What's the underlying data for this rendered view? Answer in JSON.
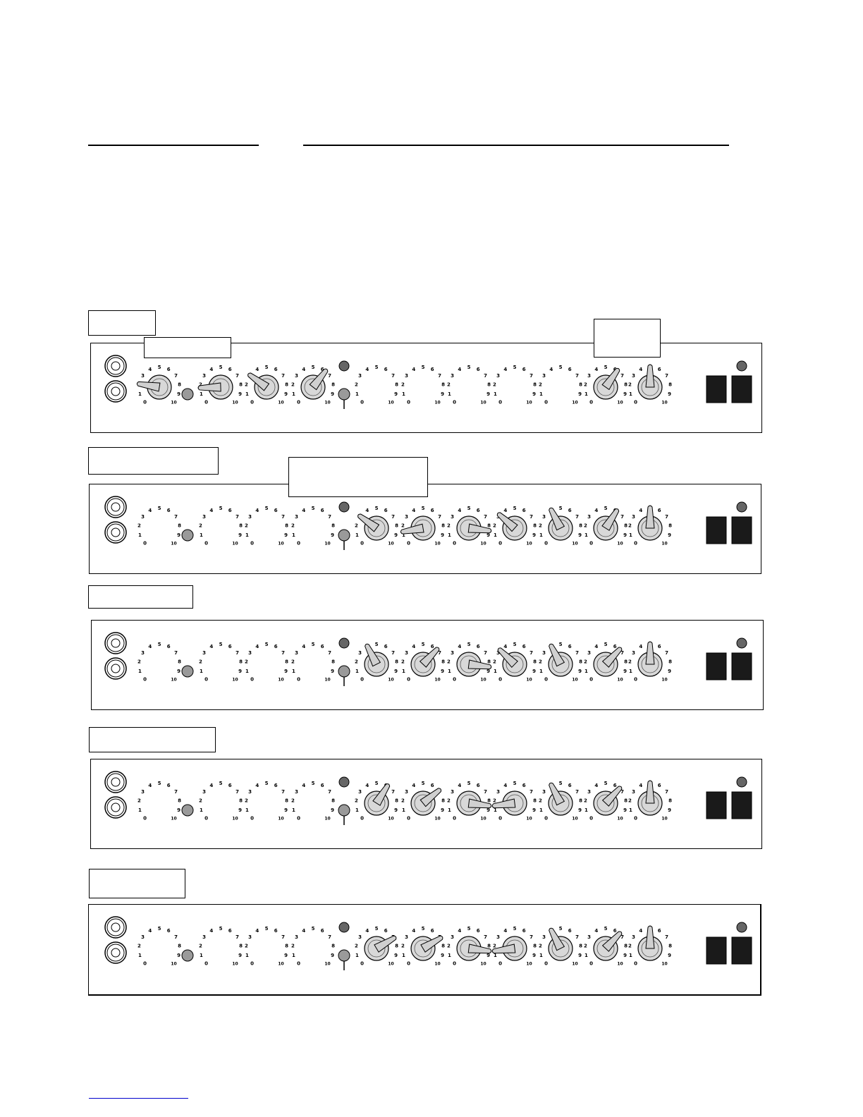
{
  "header": {
    "rules": 2
  },
  "panels": [
    {
      "name": "panel-1",
      "tag_label": "",
      "callouts": [
        "",
        ""
      ],
      "knobs": [
        {
          "shown": true,
          "value": 2.0
        },
        {
          "shown": true,
          "value": 1.6
        },
        {
          "shown": true,
          "value": 3.0
        },
        {
          "shown": true,
          "value": 6.4
        },
        {
          "shown": false,
          "value": null
        },
        {
          "shown": false,
          "value": null
        },
        {
          "shown": false,
          "value": null
        },
        {
          "shown": false,
          "value": null
        },
        {
          "shown": false,
          "value": null
        },
        {
          "shown": true,
          "value": 6.3
        },
        {
          "shown": true,
          "value": 5.0
        }
      ]
    },
    {
      "name": "panel-2",
      "tag_label": "",
      "callouts": [
        ""
      ],
      "knobs": [
        {
          "shown": false,
          "value": null
        },
        {
          "shown": false,
          "value": null
        },
        {
          "shown": false,
          "value": null
        },
        {
          "shown": false,
          "value": null
        },
        {
          "shown": true,
          "value": 3.0
        },
        {
          "shown": true,
          "value": 1.3
        },
        {
          "shown": true,
          "value": 8.6
        },
        {
          "shown": true,
          "value": 3.2
        },
        {
          "shown": true,
          "value": 4.0
        },
        {
          "shown": true,
          "value": 6.2
        },
        {
          "shown": true,
          "value": 5.0
        }
      ]
    },
    {
      "name": "panel-3",
      "tag_label": "",
      "callouts": [],
      "knobs": [
        {
          "shown": false,
          "value": null
        },
        {
          "shown": false,
          "value": null
        },
        {
          "shown": false,
          "value": null
        },
        {
          "shown": false,
          "value": null
        },
        {
          "shown": true,
          "value": 4.0
        },
        {
          "shown": true,
          "value": 6.6
        },
        {
          "shown": true,
          "value": 8.6
        },
        {
          "shown": true,
          "value": 3.3
        },
        {
          "shown": true,
          "value": 4.0
        },
        {
          "shown": true,
          "value": 6.6
        },
        {
          "shown": true,
          "value": 5.0
        }
      ]
    },
    {
      "name": "panel-4",
      "tag_label": "",
      "callouts": [],
      "knobs": [
        {
          "shown": false,
          "value": null
        },
        {
          "shown": false,
          "value": null
        },
        {
          "shown": false,
          "value": null
        },
        {
          "shown": false,
          "value": null
        },
        {
          "shown": true,
          "value": 6.2
        },
        {
          "shown": true,
          "value": 6.9
        },
        {
          "shown": true,
          "value": 8.6
        },
        {
          "shown": true,
          "value": 1.4
        },
        {
          "shown": true,
          "value": 4.0
        },
        {
          "shown": true,
          "value": 6.6
        },
        {
          "shown": true,
          "value": 5.0
        }
      ]
    },
    {
      "name": "panel-5",
      "tag_label": "",
      "callouts": [],
      "knobs": [
        {
          "shown": false,
          "value": null
        },
        {
          "shown": false,
          "value": null
        },
        {
          "shown": false,
          "value": null
        },
        {
          "shown": false,
          "value": null
        },
        {
          "shown": true,
          "value": 7.2
        },
        {
          "shown": true,
          "value": 7.2
        },
        {
          "shown": true,
          "value": 8.6
        },
        {
          "shown": true,
          "value": 1.4
        },
        {
          "shown": true,
          "value": 4.0
        },
        {
          "shown": true,
          "value": 6.6
        },
        {
          "shown": true,
          "value": 5.0
        }
      ]
    }
  ],
  "dial_scale": [
    "0",
    "1",
    "2",
    "3",
    "4",
    "5",
    "6",
    "7",
    "8",
    "9",
    "10"
  ],
  "colors": {
    "led_dark": "#666666",
    "led_light": "#9a9a9a",
    "knob_face": "#d8d8d8",
    "pointer": "#d0d0d0",
    "footswitch": "#1a1a1a",
    "link": "#0000cc"
  }
}
